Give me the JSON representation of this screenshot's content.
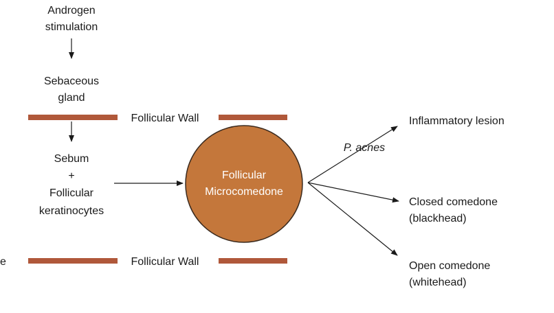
{
  "colors": {
    "wall": "#b0583a",
    "circle_fill": "#c4773b",
    "circle_stroke": "#3a2a1e",
    "arrow": "#1a1a1a",
    "text": "#1a1a1a"
  },
  "labels": {
    "androgen_line1": "Androgen",
    "androgen_line2": "stimulation",
    "gland_line1": "Sebaceous",
    "gland_line2": "gland",
    "wall_top": "Follicular Wall",
    "wall_bottom": "Follicular Wall",
    "sebum_line1": "Sebum",
    "sebum_plus": "+",
    "sebum_line2": "Follicular",
    "sebum_line3": "keratinocytes",
    "circle_line1": "Follicular",
    "circle_line2": "Microcomedone",
    "bacteria": "P. acnes",
    "outcome1": "Inflammatory lesion",
    "outcome2_line1": "Closed comedone",
    "outcome2_line2": "(blackhead)",
    "outcome3_line1": "Open comedone",
    "outcome3_line2": "(whitehead)",
    "edge_fragment": "e"
  }
}
